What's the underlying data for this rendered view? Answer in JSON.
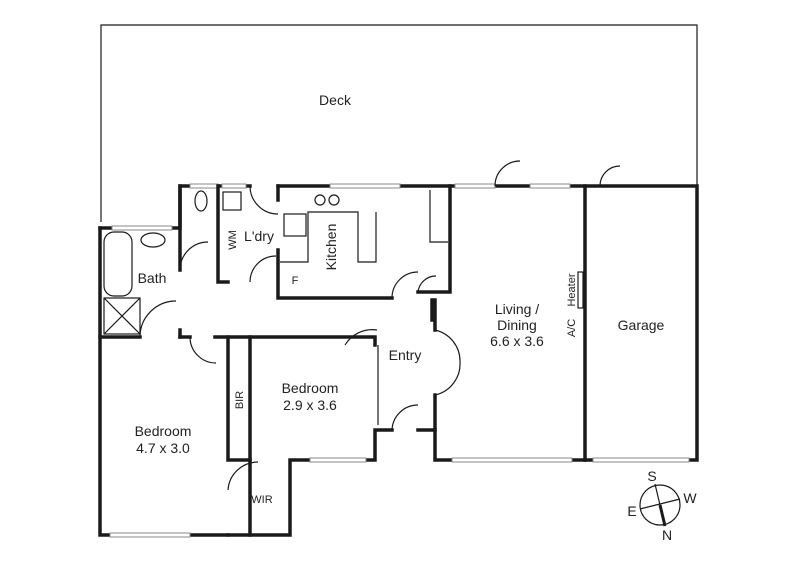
{
  "rooms": {
    "deck": "Deck",
    "bath": "Bath",
    "wm": "WM",
    "laundry": "L'dry",
    "kitchen": "Kitchen",
    "fridge": "F",
    "living_line1": "Living /",
    "living_line2": "Dining",
    "living_size": "6.6 x 3.6",
    "heater": "Heater",
    "ac": "A/C",
    "garage": "Garage",
    "entry": "Entry",
    "bedroom2": "Bedroom",
    "bedroom2_size": "2.9 x 3.6",
    "bir": "BIR",
    "bedroom1": "Bedroom",
    "bedroom1_size": "4.7 x 3.0",
    "wir": "WIR"
  },
  "compass": {
    "s": "S",
    "w": "W",
    "e": "E",
    "n": "N"
  }
}
